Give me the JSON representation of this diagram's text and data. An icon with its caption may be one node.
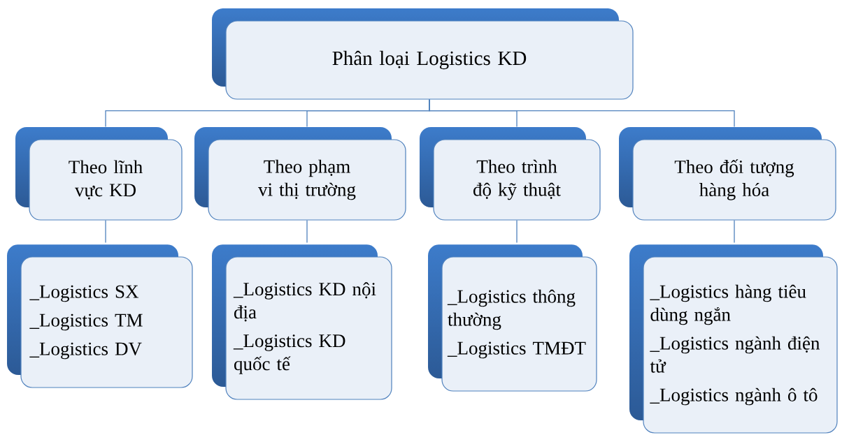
{
  "diagram": {
    "nodes": [
      {
        "text": [
          "Phân loại Logistics KD"
        ]
      },
      {
        "text": [
          "Theo lĩnh vực KD"
        ]
      },
      {
        "text": [
          "Theo phạm vi thị trường"
        ]
      },
      {
        "text": [
          "Theo trình độ kỹ thuật"
        ]
      },
      {
        "text": [
          "Theo đối tượng hàng hóa"
        ]
      },
      {
        "text": [
          "_Logistics SX",
          "_Logistics TM",
          "_Logistics DV"
        ]
      },
      {
        "text": [
          "_Logistics KD nội địa",
          "_Logistics KD quốc tế"
        ]
      },
      {
        "text": [
          "_Logistics thông thường",
          "_Logistics TMĐT"
        ]
      },
      {
        "text": [
          "_Logistics hàng tiêu dùng ngắn",
          "_Logistics ngành điện tử",
          "_Logistics ngành ô tô"
        ]
      }
    ],
    "edges": [
      {
        "from": 0,
        "to": 1,
        "arrow": "none"
      },
      {
        "from": 0,
        "to": 2,
        "arrow": "none"
      },
      {
        "from": 0,
        "to": 3,
        "arrow": "none"
      },
      {
        "from": 0,
        "to": 4,
        "arrow": "none"
      },
      {
        "from": 1,
        "to": 5,
        "arrow": "none"
      },
      {
        "from": 2,
        "to": 6,
        "arrow": "none"
      },
      {
        "from": 3,
        "to": 7,
        "arrow": "none"
      },
      {
        "from": 4,
        "to": 8,
        "arrow": "none"
      }
    ]
  }
}
